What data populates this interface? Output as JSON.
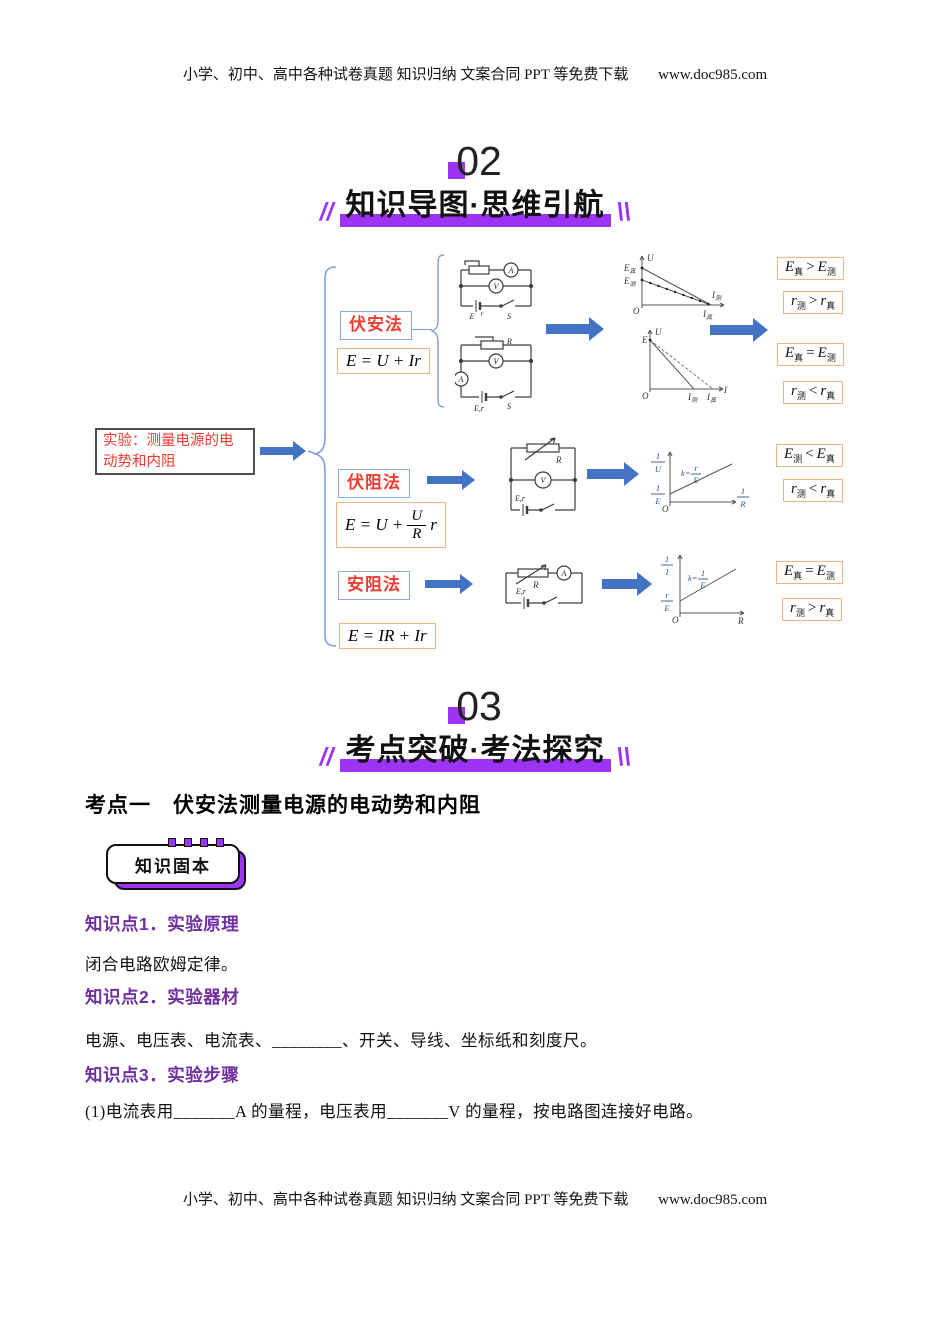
{
  "header": {
    "text": "小学、初中、高中各种试卷真题 知识归纳  文案合同  PPT 等免费下载",
    "url": "www.doc985.com"
  },
  "footer": {
    "text": "小学、初中、高中各种试卷真题 知识归纳  文案合同  PPT 等免费下载",
    "url": "www.doc985.com"
  },
  "section02": {
    "number": "02",
    "title": "知识导图·思维引航",
    "deco_left": "//",
    "deco_right": "\\\\"
  },
  "section03": {
    "number": "03",
    "title": "考点突破·考法探究",
    "deco_left": "//",
    "deco_right": "\\\\"
  },
  "mindmap": {
    "root": "实验：测量电源的电动势和内阻",
    "methods": [
      {
        "name": "伏安法",
        "formula": "E = U + Ir"
      },
      {
        "name": "伏阻法",
        "formula_pre": "E = U +",
        "formula_num": "U",
        "formula_den": "R",
        "formula_post": "r"
      },
      {
        "name": "安阻法",
        "formula": "E = IR + Ir"
      }
    ],
    "circuits": {
      "c1": {
        "ammeter": "A",
        "voltmeter": "V",
        "source": "E",
        "internal": "r",
        "switch": "S"
      },
      "c2": {
        "resistor": "R",
        "ammeter": "A",
        "voltmeter": "V",
        "source": "E,r",
        "switch": "S"
      },
      "c3": {
        "resistor": "R",
        "voltmeter": "V",
        "source": "E,r"
      },
      "c4": {
        "resistor": "R",
        "ammeter": "A",
        "source": "E,r"
      }
    },
    "graphs": {
      "g1": {
        "ylabel": "U",
        "tick1": "E",
        "tick1_sub": "真",
        "tick2": "E",
        "tick2_sub": "测",
        "xlabel": "I",
        "xlabel_sub": "测",
        "xint": "I",
        "xint_sub": "真",
        "origin": "O"
      },
      "g2": {
        "ylabel": "U",
        "tick": "E",
        "xlabel": "I",
        "x1": "I",
        "x1_sub": "测",
        "x2": "I",
        "x2_sub": "真",
        "origin": "O"
      },
      "g3": {
        "ylabel_num": "1",
        "ylabel_den": "U",
        "xlabel_num": "1",
        "xlabel_den": "R",
        "int_num": "1",
        "int_den": "E",
        "k": "k=",
        "k_num": "r",
        "k_den": "E",
        "origin": "O"
      },
      "g4": {
        "ylabel_num": "1",
        "ylabel_den": "I",
        "xlabel": "R",
        "int_num": "r",
        "int_den": "E",
        "k": "k=",
        "k_num": "1",
        "k_den": "E",
        "origin": "O"
      }
    },
    "conclusions": [
      {
        "l": "E",
        "ls": "真",
        "op": ">",
        "r": "E",
        "rs": "测"
      },
      {
        "l": "r",
        "ls": "测",
        "op": ">",
        "r": "r",
        "rs": "真"
      },
      {
        "l": "E",
        "ls": "真",
        "op": "=",
        "r": "E",
        "rs": "测"
      },
      {
        "l": "r",
        "ls": "测",
        "op": "<",
        "r": "r",
        "rs": "真"
      },
      {
        "l": "E",
        "ls": "测",
        "op": "<",
        "r": "E",
        "rs": "真"
      },
      {
        "l": "r",
        "ls": "测",
        "op": "<",
        "r": "r",
        "rs": "真"
      },
      {
        "l": "E",
        "ls": "真",
        "op": "=",
        "r": "E",
        "rs": "测"
      },
      {
        "l": "r",
        "ls": "测",
        "op": ">",
        "r": "r",
        "rs": "真"
      }
    ]
  },
  "kaodian": {
    "heading": "考点一　伏安法测量电源的电动势和内阻",
    "badge": "知识固本",
    "points": [
      {
        "title": "知识点1．实验原理",
        "body": "闭合电路欧姆定律。"
      },
      {
        "title": "知识点2．实验器材",
        "body": "电源、电压表、电流表、________、开关、导线、坐标纸和刻度尺。"
      },
      {
        "title": "知识点3．实验步骤",
        "body": "(1)电流表用_______A 的量程，电压表用_______V 的量程，按电路图连接好电路。"
      }
    ]
  }
}
